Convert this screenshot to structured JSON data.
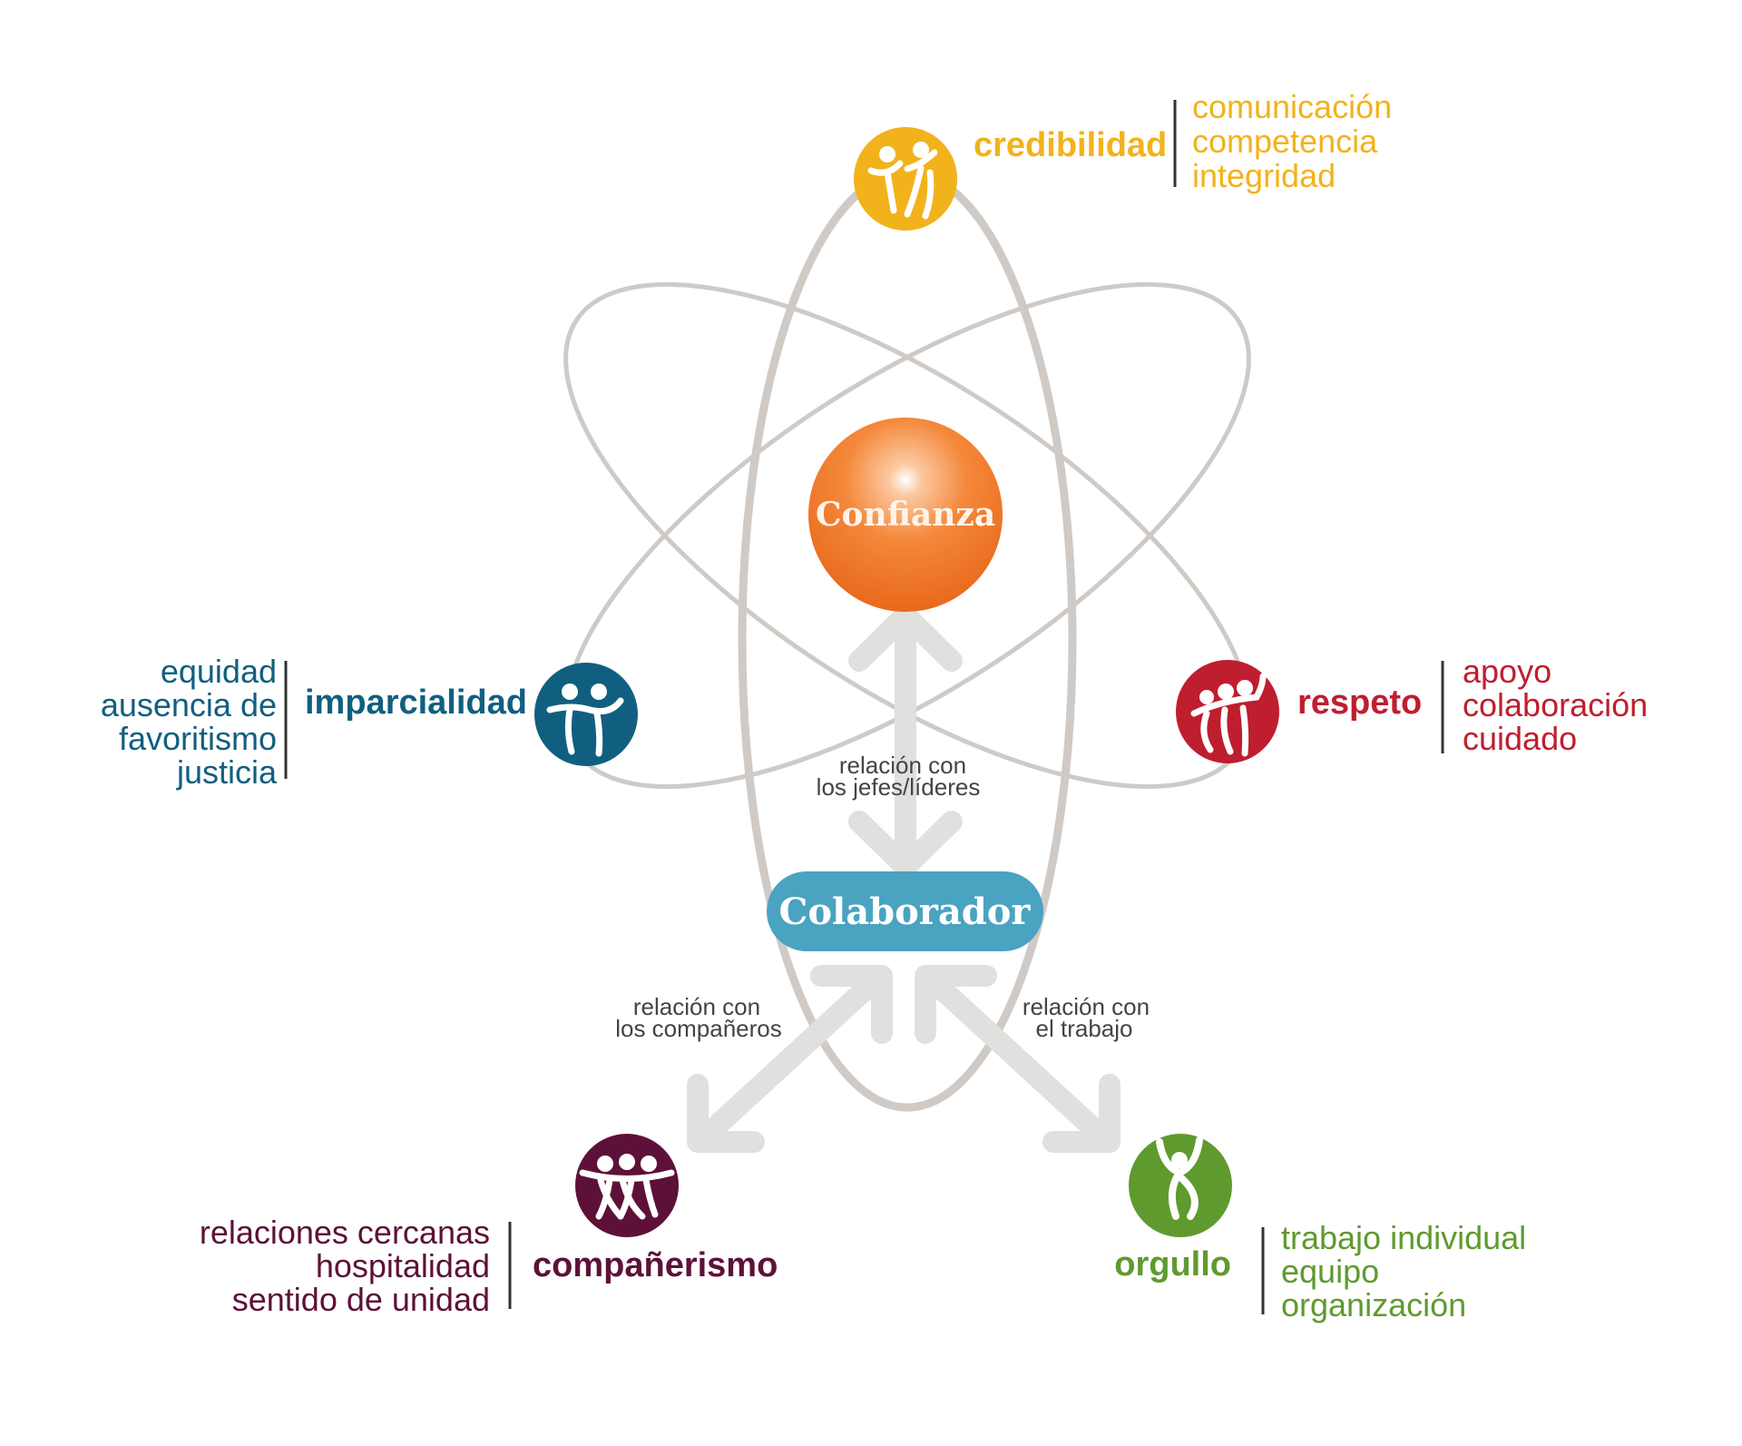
{
  "core": {
    "label": "Confianza",
    "color": "#f07a26"
  },
  "collaborator": {
    "label": "Colaborador",
    "color": "#4aa3c0"
  },
  "relations": {
    "leaders": [
      "relación con",
      "los jefes/líderes"
    ],
    "peers": [
      "relación con",
      "los compañeros"
    ],
    "work": [
      "relación con",
      "el trabajo"
    ]
  },
  "dimensions": {
    "credibilidad": {
      "title": "credibilidad",
      "items": [
        "comunicación",
        "competencia",
        "integridad"
      ],
      "color": "#f2b21b",
      "icon": "people-figures-icon"
    },
    "imparcialidad": {
      "title": "imparcialidad",
      "items": [
        "equidad",
        "ausencia de",
        "favoritismo",
        "justicia"
      ],
      "color": "#115f80",
      "icon": "people-figures-icon"
    },
    "respeto": {
      "title": "respeto",
      "items": [
        "apoyo",
        "colaboración",
        "cuidado"
      ],
      "color": "#bf1e2e",
      "icon": "people-figures-icon"
    },
    "companerismo": {
      "title": "compañerismo",
      "items": [
        "relaciones cercanas",
        "hospitalidad",
        "sentido de unidad"
      ],
      "color": "#5e1138",
      "icon": "group-figures-icon"
    },
    "orgullo": {
      "title": "orgullo",
      "items": [
        "trabajo individual",
        "equipo",
        "organización"
      ],
      "color": "#5f9a2e",
      "icon": "raised-arms-figure-icon"
    }
  },
  "colors": {
    "orbit": "#cfcac6",
    "arrow": "#e0e0de"
  }
}
